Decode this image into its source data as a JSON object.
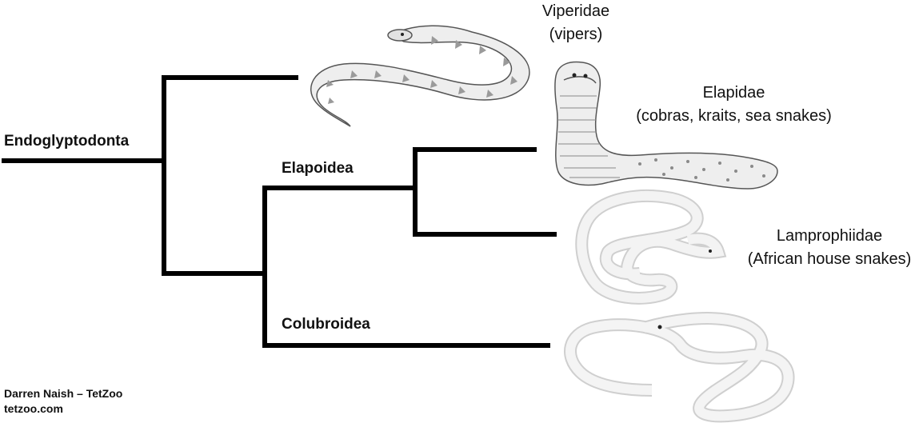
{
  "clades": {
    "root": "Endoglyptodonta",
    "elapoidea": "Elapoidea",
    "colubroidea": "Colubroidea"
  },
  "taxa": {
    "viperidae": {
      "name": "Viperidae",
      "common": "(vipers)"
    },
    "elapidae": {
      "name": "Elapidae",
      "common": "(cobras, kraits, sea snakes)"
    },
    "lamprophiidae": {
      "name": "Lamprophiidae",
      "common": "(African house snakes)"
    }
  },
  "credit": {
    "author": "Darren Naish – TetZoo",
    "site": "tetzoo.com"
  },
  "colors": {
    "tree": "#000000",
    "illustration_stroke": "#555555",
    "illustration_fill": "#eeeeee"
  }
}
